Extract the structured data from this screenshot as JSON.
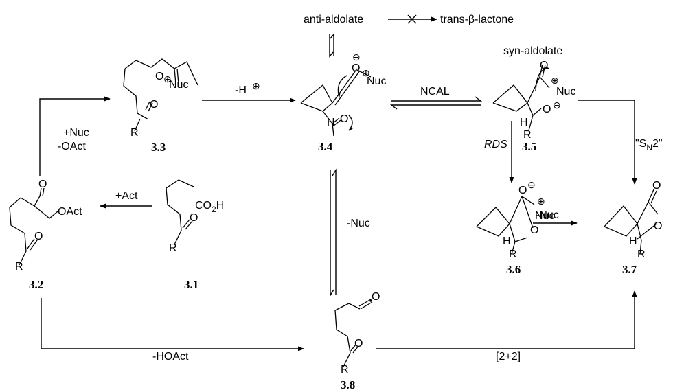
{
  "compounds": {
    "c31": "3.1",
    "c32": "3.2",
    "c33": "3.3",
    "c34": "3.4",
    "c35": "3.5",
    "c36": "3.6",
    "c37": "3.7",
    "c38": "3.8"
  },
  "labels": {
    "anti_aldolate": "anti-aldolate",
    "trans_lactone": "trans-β-lactone",
    "syn_aldolate": "syn-aldolate",
    "nuc_add": "+Nuc",
    "oact_loss": "-OAct",
    "act_add": "+Act",
    "minus_h": "-H",
    "ncal": "NCAL",
    "rds": "RDS",
    "sn2_open": "\"S",
    "sn2_sub": "N",
    "sn2_close": "2\"",
    "minus_nuc_vert": "-Nuc",
    "minus_nuc": "-Nuc",
    "minus_hoact": "-HOAct",
    "cycloaddition": "[2+2]"
  },
  "atoms": {
    "o": "O",
    "r": "R",
    "h": "H",
    "nuc": "Nuc",
    "oact": "OAct",
    "co2h_co": "CO",
    "co2h_2": "2",
    "co2h_h": "H",
    "plus": "⊕",
    "minus": "⊖"
  }
}
